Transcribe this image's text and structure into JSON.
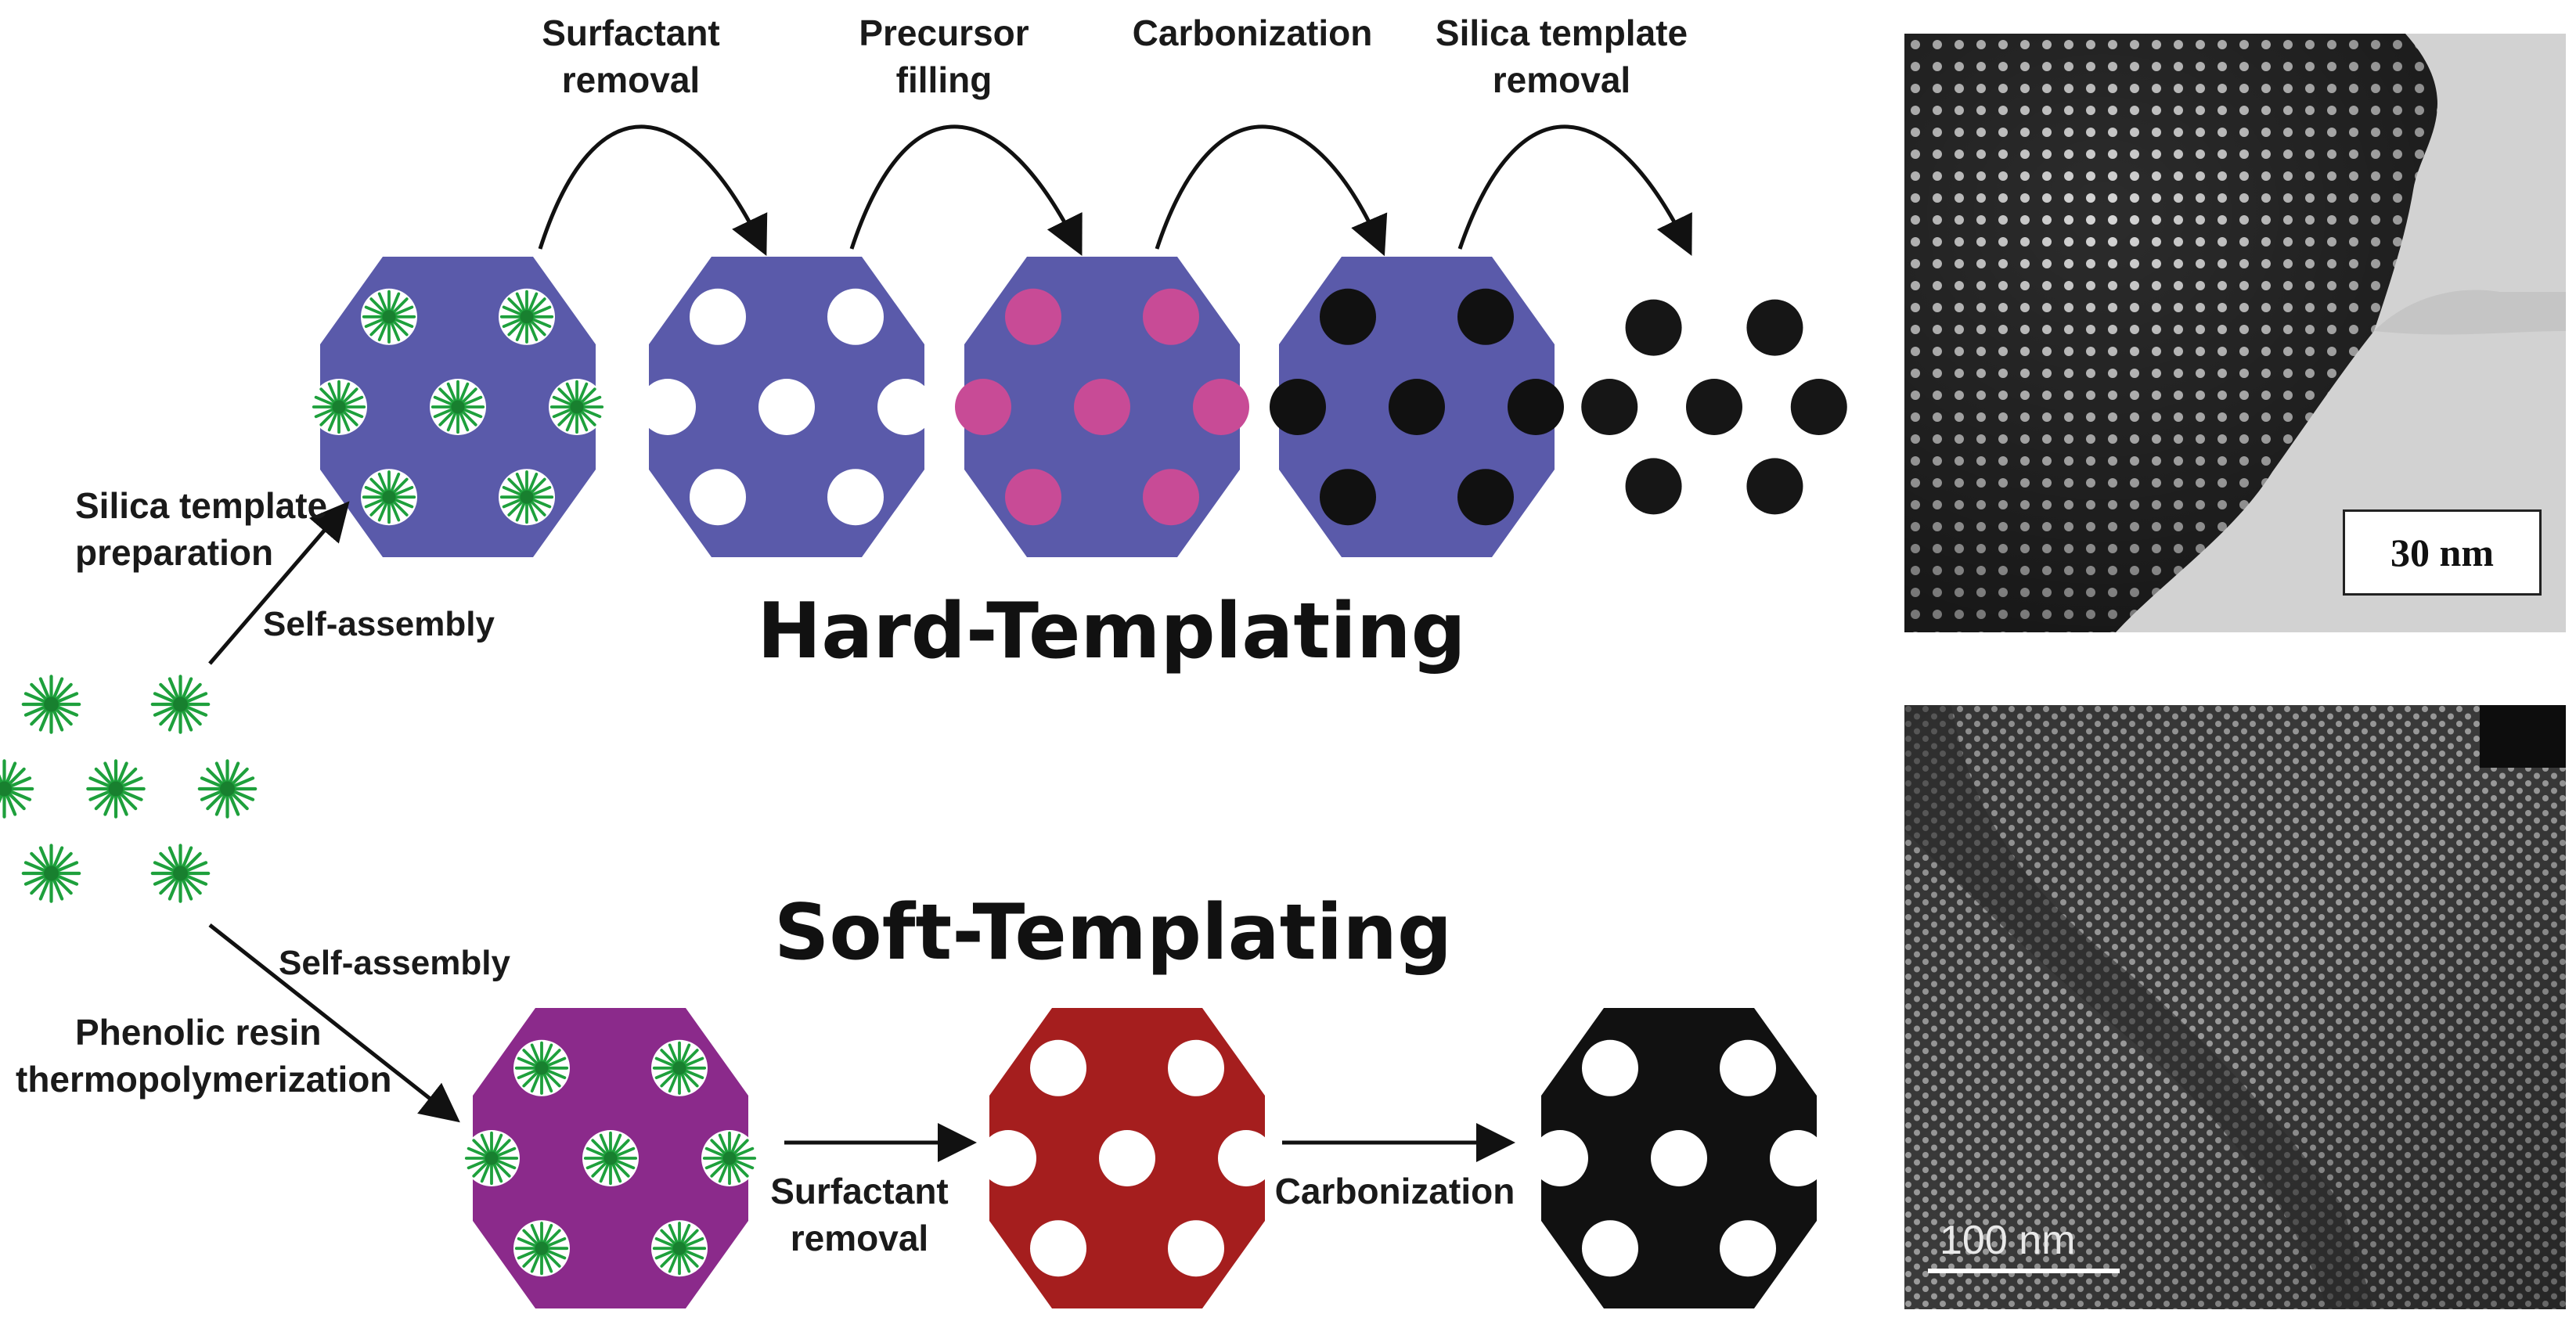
{
  "hard": {
    "title": "Hard-Templating",
    "steps": [
      {
        "line1": "Surfactant",
        "line2": "removal"
      },
      {
        "line1": "Precursor",
        "line2": "filling"
      },
      {
        "line1": "Carbonization",
        "line2": ""
      },
      {
        "line1": "Silica template",
        "line2": "removal"
      }
    ],
    "branch": {
      "line1": "Silica template",
      "line2": "preparation",
      "line3": "Self-assembly"
    }
  },
  "soft": {
    "title": "Soft-Templating",
    "branch": {
      "line1": "Self-assembly",
      "line2": "Phenolic resin",
      "line3": "thermopolymerization"
    },
    "steps": [
      {
        "line1": "Surfactant",
        "line2": "removal"
      },
      {
        "line1": "Carbonization",
        "line2": ""
      }
    ]
  },
  "micrographs": {
    "top_scale": "30 nm",
    "bottom_scale": "100 nm"
  },
  "colors": {
    "silica": "#5a5aaa",
    "precursor": "#c84b96",
    "carbon": "#111111",
    "phenolic": "#8b2a8b",
    "polymer": "#a51e1e",
    "micelle": "#1ea03c"
  }
}
